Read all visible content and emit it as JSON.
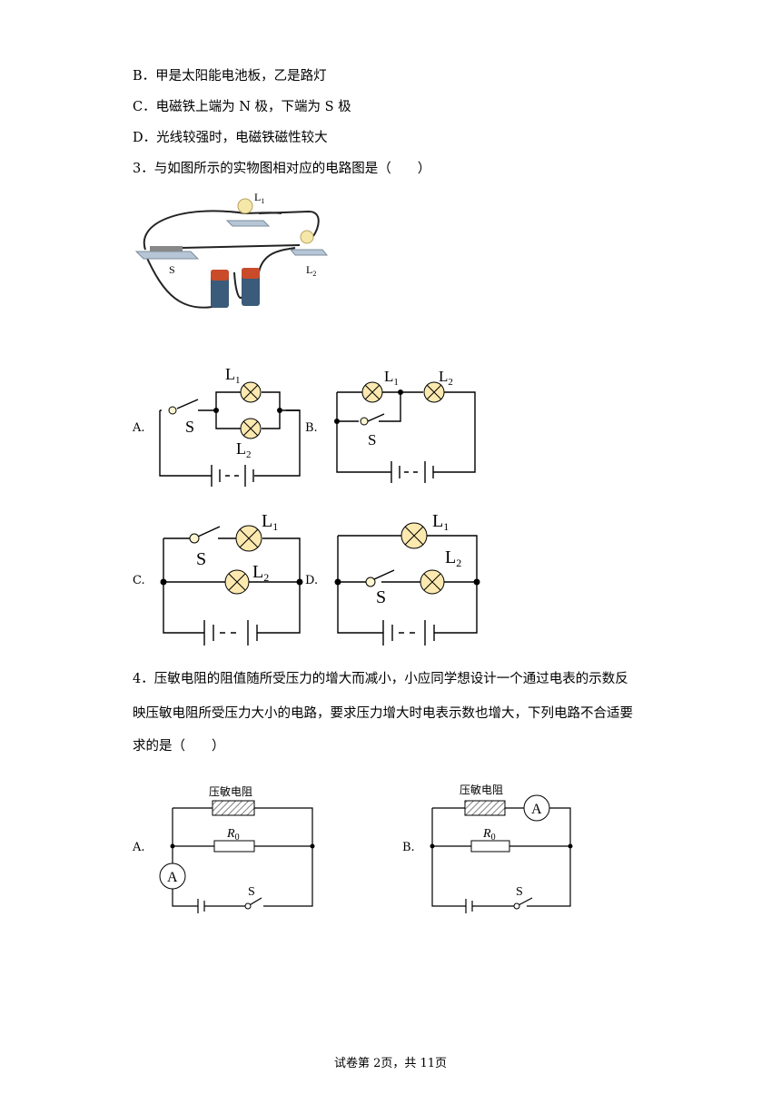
{
  "q2": {
    "opt_b": "B．甲是太阳能电池板，乙是路灯",
    "opt_c": "C．电磁铁上端为 N 极，下端为 S 极",
    "opt_d": "D．光线较强时，电磁铁磁性较大"
  },
  "q3": {
    "stem": "3．与如图所示的实物图相对应的电路图是（　　）",
    "photo": {
      "l1": "L1",
      "l2": "L2",
      "s": "S"
    },
    "options": [
      "A.",
      "B.",
      "C.",
      "D."
    ],
    "labels": {
      "l1": "L1",
      "l2": "L2",
      "s": "S"
    }
  },
  "q4": {
    "line1": "4．压敏电阻的阻值随所受压力的增大而减小，小应同学想设计一个通过电表的示数反",
    "line2": "映压敏电阻所受压力大小的电路，要求压力增大时电表示数也增大，下列电路不合适要",
    "line3": "求的是（　　）",
    "options": [
      "A.",
      "B."
    ],
    "sensor_label": "压敏电阻",
    "r0": "R0",
    "s": "S",
    "ammeter": "A"
  },
  "footer": "试卷第 2页，共 11页"
}
